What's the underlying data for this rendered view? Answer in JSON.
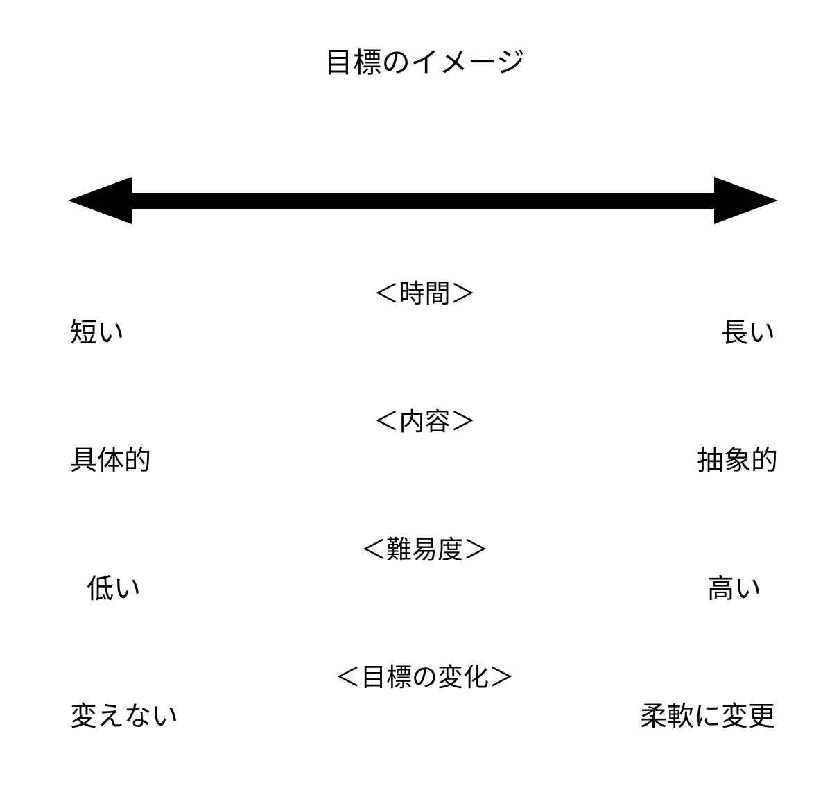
{
  "diagram": {
    "title": "目標のイメージ",
    "background_color": "#ffffff",
    "ink_color": "#000000",
    "arrow": {
      "name": "double-headed-horizontal-arrow",
      "direction": "both",
      "color": "#000000"
    },
    "scales": [
      {
        "id": "time",
        "axis_label": "＜時間＞",
        "left_label": "短い",
        "right_label": "長い"
      },
      {
        "id": "content",
        "axis_label": "＜内容＞",
        "left_label": "具体的",
        "right_label": "抽象的"
      },
      {
        "id": "difficulty",
        "axis_label": "＜難易度＞",
        "left_label": "低い",
        "right_label": "高い"
      },
      {
        "id": "goal-change",
        "axis_label": "＜目標の変化＞",
        "left_label": "変えない",
        "right_label": "柔軟に変更"
      }
    ]
  }
}
